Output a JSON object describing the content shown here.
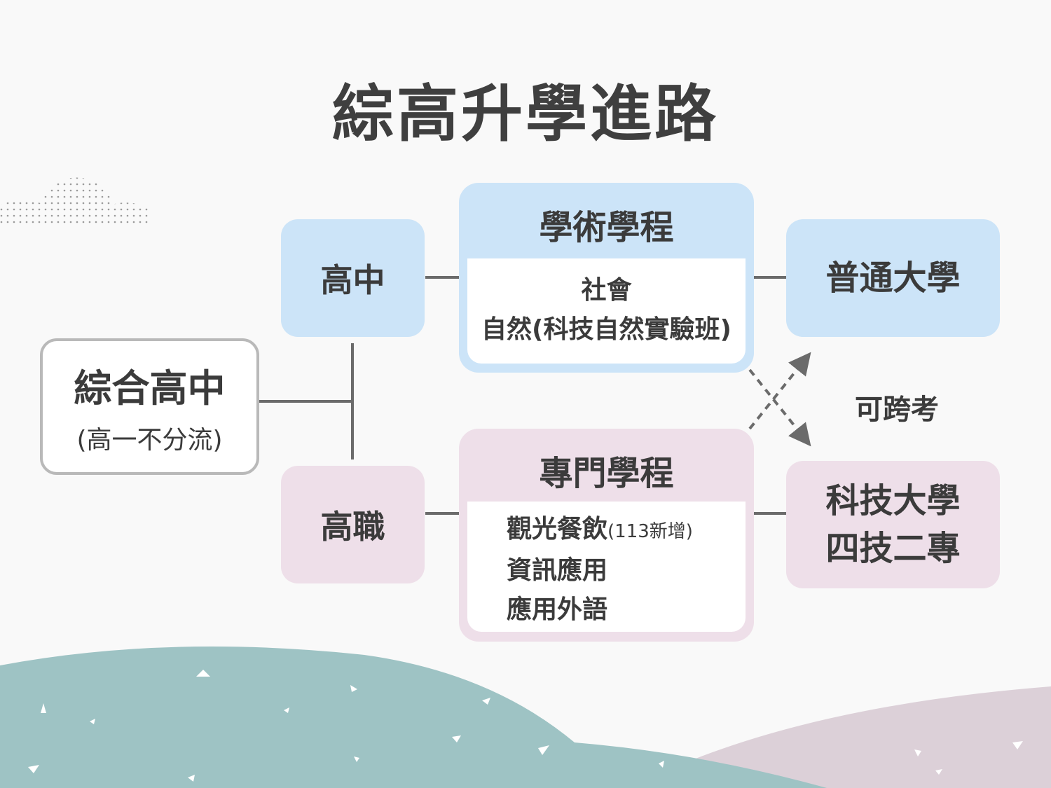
{
  "title": "綜高升學進路",
  "main": {
    "title": "綜合高中",
    "subtitle": "(高一不分流)"
  },
  "tracks": {
    "senior": "高中",
    "vocational": "高職"
  },
  "academic": {
    "head": "學術學程",
    "lines": [
      "社會",
      "自然(科技自然實驗班)"
    ]
  },
  "professional": {
    "head": "專門學程",
    "line1": "觀光餐飲",
    "line1_note": "(113新增)",
    "line2": "資訊應用",
    "line3": "應用外語"
  },
  "destinations": {
    "university": "普通大學",
    "tech_line1": "科技大學",
    "tech_line2": "四技二專"
  },
  "cross_label": "可跨考",
  "colors": {
    "blue_box": "#cce4f8",
    "pink_box": "#eedfe9",
    "connector": "#6b6b6b",
    "hill_teal": "#9ec3c4",
    "hill_mauve": "#dcd0d8"
  }
}
